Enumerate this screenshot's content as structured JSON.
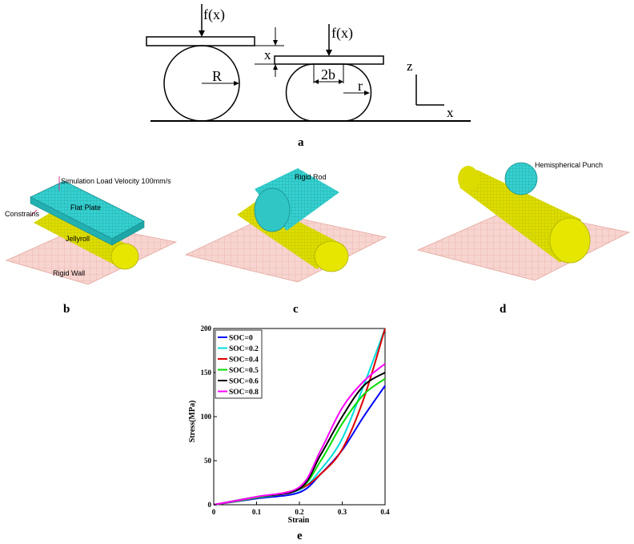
{
  "panels": {
    "a": {
      "label": "a",
      "force_left": "f(x)",
      "force_right": "f(x)",
      "radius_R": "R",
      "radius_r": "r",
      "flat_width": "2b",
      "displacement": "x",
      "axis_z": "z",
      "axis_x": "x"
    },
    "b": {
      "label": "b",
      "load_text": "Simulation Load Velocity 100mm/s",
      "constrains": "Constrains",
      "flat_plate": "Flat Plate",
      "jellyroll": "Jellyroll",
      "rigid_wall": "Rigid Wall",
      "colors": {
        "plate": "#33cccc",
        "cylinder": "#dddd00",
        "wall": "#f4c7c0"
      }
    },
    "c": {
      "label": "c",
      "rigid_rod": "Rigid Rod"
    },
    "d": {
      "label": "d",
      "punch": "Hemispherical Punch"
    },
    "e": {
      "label": "e"
    }
  },
  "chart_data": {
    "type": "line",
    "xlabel": "Strain",
    "ylabel": "Stress(MPa)",
    "xlim": [
      0,
      0.4
    ],
    "ylim": [
      0,
      200
    ],
    "xticks": [
      "0",
      "0.1",
      "0.2",
      "0.3",
      "0.4"
    ],
    "yticks": [
      "0",
      "50",
      "100",
      "150",
      "200"
    ],
    "grid": false,
    "legend": "top-left",
    "series": [
      {
        "name": "SOC=0",
        "color": "#0000ff",
        "x": [
          0,
          0.1,
          0.2,
          0.25,
          0.3,
          0.35,
          0.4
        ],
        "y": [
          0,
          7,
          14,
          35,
          62,
          100,
          135
        ]
      },
      {
        "name": "SOC=0.2",
        "color": "#00dddd",
        "x": [
          0,
          0.1,
          0.2,
          0.25,
          0.3,
          0.35,
          0.4
        ],
        "y": [
          0,
          8,
          17,
          40,
          75,
          135,
          200
        ]
      },
      {
        "name": "SOC=0.4",
        "color": "#dd0000",
        "x": [
          0,
          0.1,
          0.2,
          0.25,
          0.3,
          0.35,
          0.4
        ],
        "y": [
          0,
          8,
          18,
          35,
          63,
          120,
          200
        ]
      },
      {
        "name": "SOC=0.5",
        "color": "#00dd00",
        "x": [
          0,
          0.1,
          0.2,
          0.25,
          0.3,
          0.35,
          0.4
        ],
        "y": [
          0,
          8,
          18,
          50,
          92,
          125,
          143
        ]
      },
      {
        "name": "SOC=0.6",
        "color": "#000000",
        "x": [
          0,
          0.1,
          0.2,
          0.25,
          0.3,
          0.35,
          0.4
        ],
        "y": [
          0,
          9,
          18,
          57,
          100,
          135,
          150
        ]
      },
      {
        "name": "SOC=0.8",
        "color": "#ff00ff",
        "x": [
          0,
          0.1,
          0.2,
          0.25,
          0.3,
          0.35,
          0.4
        ],
        "y": [
          0,
          9,
          20,
          62,
          110,
          140,
          160
        ]
      }
    ]
  }
}
